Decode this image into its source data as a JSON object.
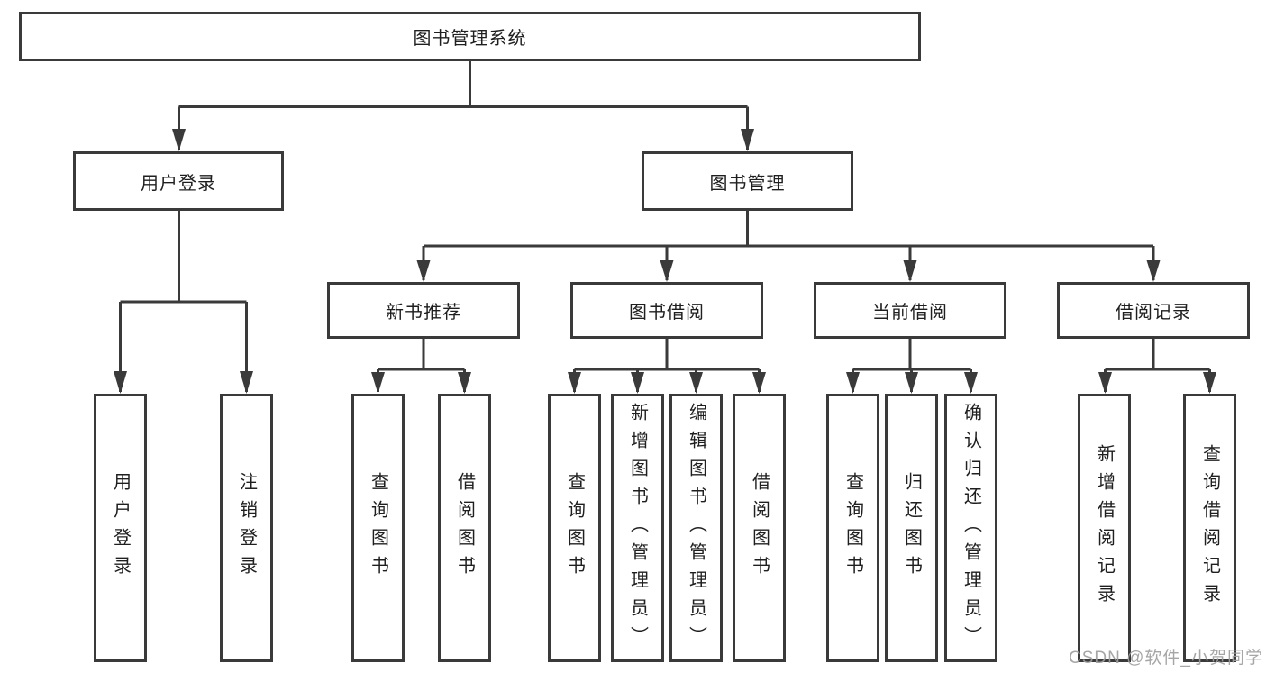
{
  "tree": {
    "root": "图书管理系统",
    "branches": [
      {
        "label": "用户登录",
        "children": [
          "用户登录",
          "注销登录"
        ]
      },
      {
        "label": "图书管理",
        "groups": [
          {
            "label": "新书推荐",
            "children": [
              "查询图书",
              "借阅图书"
            ]
          },
          {
            "label": "图书借阅",
            "children": [
              "查询图书",
              "新增图书（管理员）",
              "编辑图书（管理员）",
              "借阅图书"
            ]
          },
          {
            "label": "当前借阅",
            "children": [
              "查询图书",
              "归还图书",
              "确认归还（管理员）"
            ]
          },
          {
            "label": "借阅记录",
            "children": [
              "新增借阅记录",
              "查询借阅记录"
            ]
          }
        ]
      }
    ]
  },
  "watermark": "CSDN @软件_小贺同学",
  "colors": {
    "line": "#3a3a3a",
    "text": "#1f1f1f",
    "background": "#ffffff",
    "watermark": "#9e9e9e"
  }
}
